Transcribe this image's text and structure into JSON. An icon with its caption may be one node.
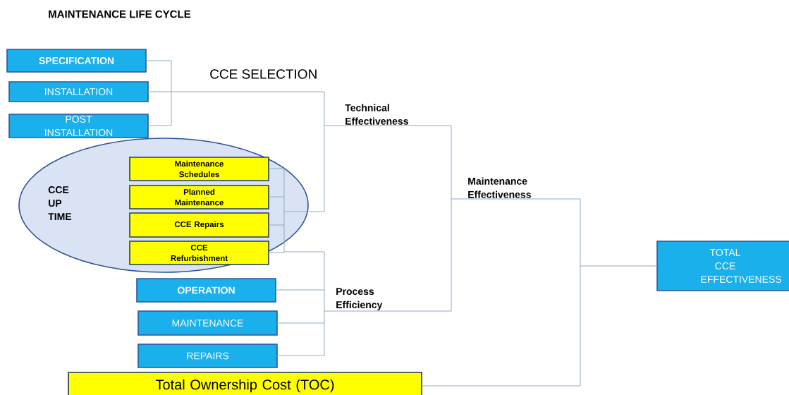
{
  "diagram": {
    "title": "MAINTENANCE LIFE CYCLE",
    "nodes": [
      {
        "text": [
          "SPECIFICATION"
        ]
      },
      {
        "text": [
          "INSTALLATION"
        ]
      },
      {
        "text": [
          "POST INSTALLATION"
        ]
      },
      {
        "text": [
          "CCE UP TIME"
        ]
      },
      {
        "text": [
          "Maintenance Schedules"
        ],
        "in": 3
      },
      {
        "text": [
          "Planned Maintenance"
        ],
        "in": 3
      },
      {
        "text": [
          "CCE Repairs"
        ],
        "in": 3
      },
      {
        "text": [
          "CCE Refurbishment"
        ],
        "in": 3
      },
      {
        "text": [
          "OPERATION"
        ]
      },
      {
        "text": [
          "MAINTENANCE"
        ]
      },
      {
        "text": [
          "REPAIRS"
        ]
      },
      {
        "text": [
          "Total Ownership Cost (TOC)"
        ]
      },
      {
        "text": [
          "Technical Effectiveness"
        ]
      },
      {
        "text": [
          "Process Efficiency"
        ]
      },
      {
        "text": [
          "Maintenance Effectiveness"
        ]
      },
      {
        "text": [
          "TOTAL CCE EFFECTIVENESS"
        ]
      }
    ],
    "edges": [
      {
        "from": 0,
        "to": 12,
        "arrow": "none"
      },
      {
        "from": 1,
        "to": 12,
        "arrow": "none"
      },
      {
        "from": 2,
        "to": 12,
        "arrow": "none"
      },
      {
        "from": 4,
        "to": 12,
        "arrow": "none"
      },
      {
        "from": 5,
        "to": 12,
        "arrow": "none"
      },
      {
        "from": 6,
        "to": 12,
        "arrow": "none"
      },
      {
        "from": 7,
        "to": 12,
        "arrow": "none"
      },
      {
        "from": 4,
        "to": 13,
        "arrow": "none"
      },
      {
        "from": 5,
        "to": 13,
        "arrow": "none"
      },
      {
        "from": 6,
        "to": 13,
        "arrow": "none"
      },
      {
        "from": 7,
        "to": 13,
        "arrow": "none"
      },
      {
        "from": 8,
        "to": 13,
        "arrow": "none"
      },
      {
        "from": 9,
        "to": 13,
        "arrow": "none"
      },
      {
        "from": 10,
        "to": 13,
        "arrow": "none"
      },
      {
        "from": 12,
        "to": 14,
        "arrow": "none"
      },
      {
        "from": 13,
        "to": 14,
        "arrow": "none"
      },
      {
        "from": 14,
        "to": 15,
        "arrow": "none"
      },
      {
        "from": 11,
        "to": 15,
        "arrow": "none"
      }
    ],
    "labels": [
      "CCE SELECTION"
    ]
  }
}
